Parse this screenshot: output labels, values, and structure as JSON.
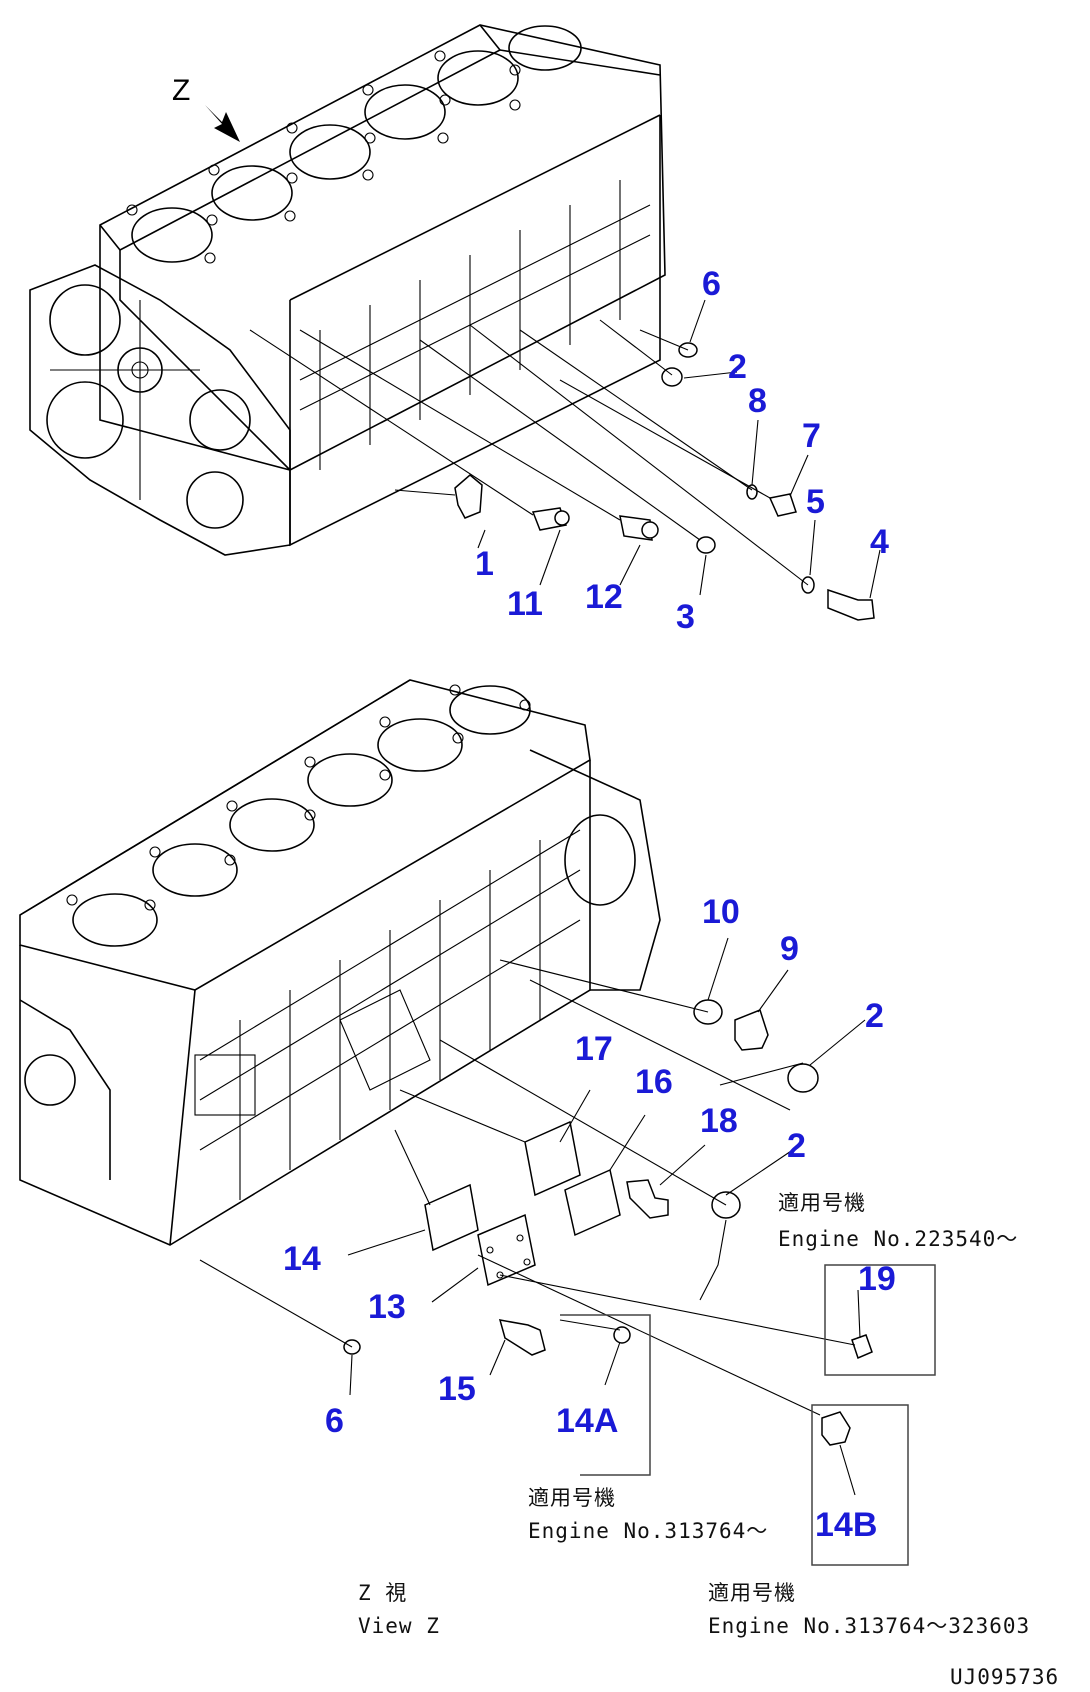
{
  "callouts": {
    "c1": "1",
    "c2a": "2",
    "c2b": "2",
    "c2c": "2",
    "c3": "3",
    "c4": "4",
    "c5": "5",
    "c6a": "6",
    "c6b": "6",
    "c7": "7",
    "c8": "8",
    "c9": "9",
    "c10": "10",
    "c11": "11",
    "c12": "12",
    "c13": "13",
    "c14": "14",
    "c14a": "14A",
    "c14b": "14B",
    "c15": "15",
    "c16": "16",
    "c17": "17",
    "c18": "18",
    "c19": "19"
  },
  "notes": {
    "n19_jp": "適用号機",
    "n19_en": "Engine No.223540〜",
    "n14a_jp": "適用号機",
    "n14a_en": "Engine No.313764〜",
    "n14b_jp": "適用号機",
    "n14b_en": "Engine No.313764〜323603",
    "view_jp": "Z  視",
    "view_en": "View Z",
    "view_letter": "Z",
    "drawing_code": "UJ095736"
  },
  "colors": {
    "callout": "#1a1ad6",
    "line": "#000000"
  }
}
